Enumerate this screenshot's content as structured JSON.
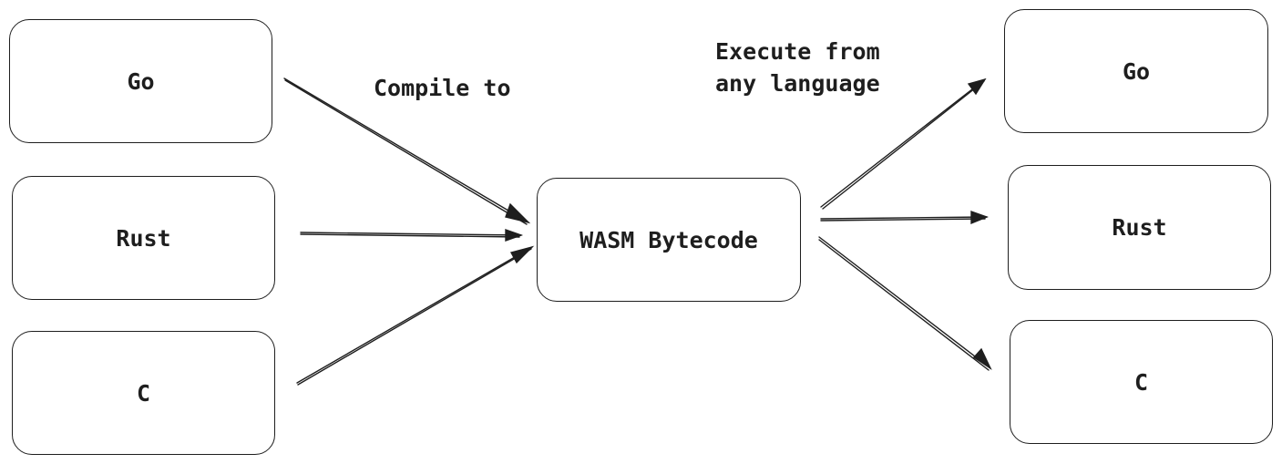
{
  "sources": [
    "Go",
    "Rust",
    "C"
  ],
  "center": "WASM Bytecode",
  "targets": [
    "Go",
    "Rust",
    "C"
  ],
  "compile_label": "Compile to",
  "execute_label_line1": "Execute from",
  "execute_label_line2": "any language",
  "stroke_color": "#1e1e1e"
}
